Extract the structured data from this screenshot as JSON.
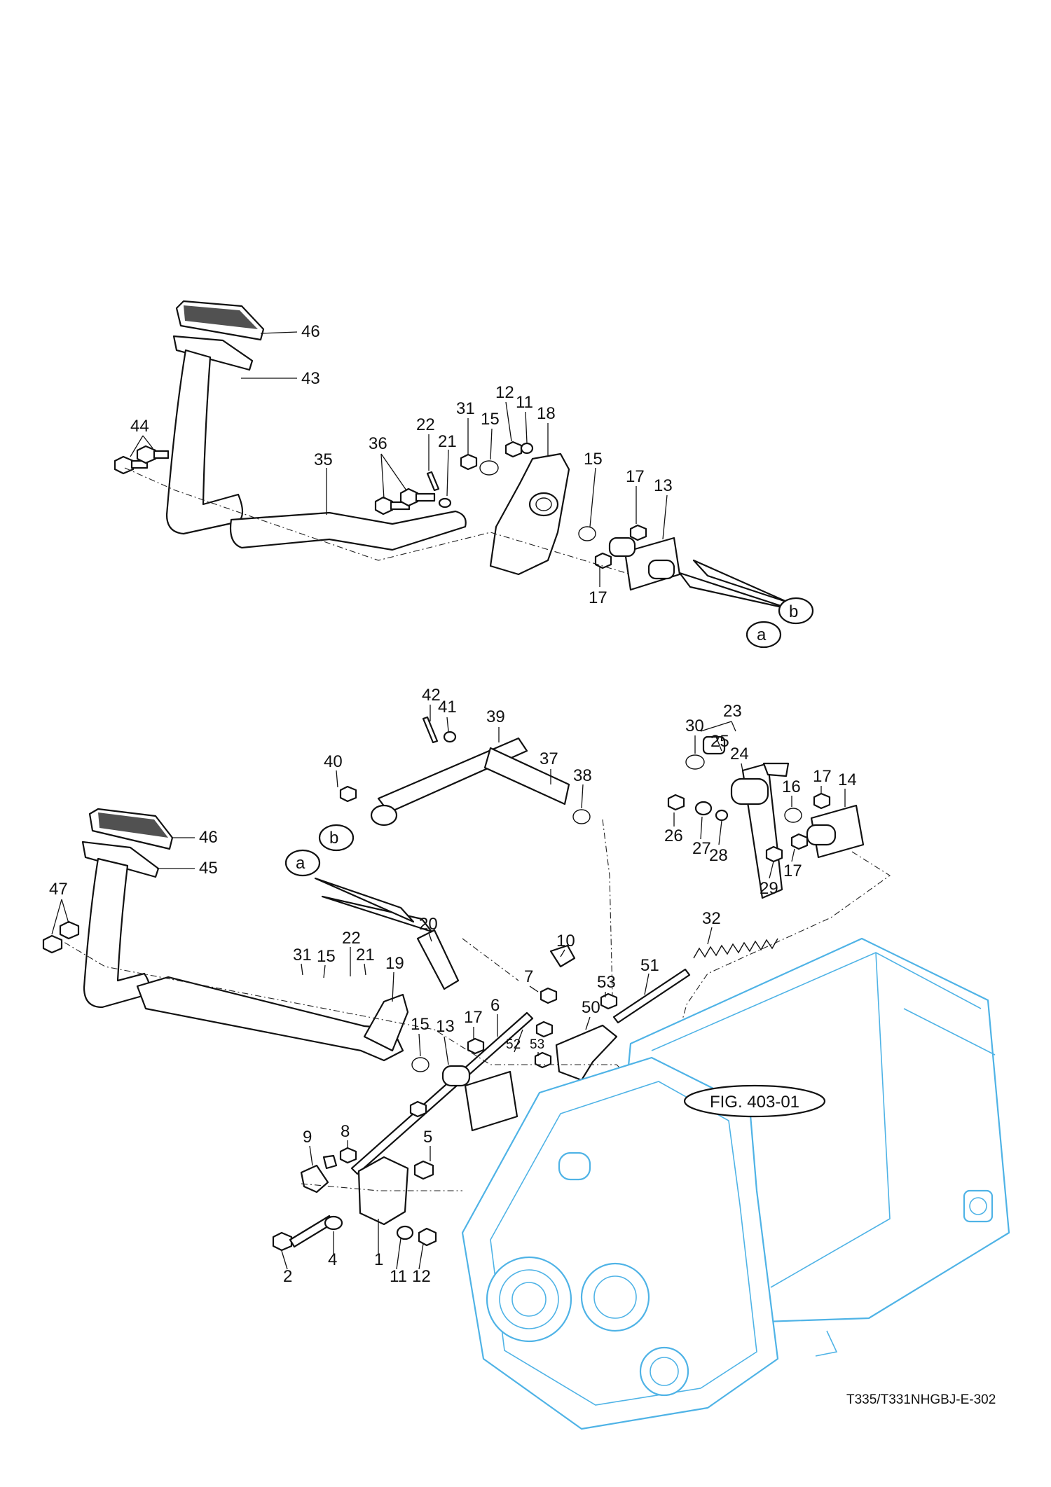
{
  "figure": {
    "callout": "FIG. 403-01",
    "code": "T335/T331NHGBJ-E-302",
    "refs": {
      "a": "a",
      "b": "b"
    }
  },
  "colors": {
    "line": "#111111",
    "transmission": "#4fb3e6",
    "background": "#ffffff"
  },
  "upper_labels": [
    "46",
    "43",
    "44",
    "35",
    "36",
    "22",
    "21",
    "31",
    "15",
    "12",
    "11",
    "18",
    "15",
    "17",
    "13",
    "17"
  ],
  "lower_labels": [
    "42",
    "41",
    "39",
    "40",
    "37",
    "38",
    "30",
    "23",
    "25",
    "24",
    "17",
    "14",
    "16",
    "26",
    "27",
    "28",
    "29",
    "17",
    "46",
    "45",
    "47",
    "20",
    "10",
    "32",
    "31",
    "15",
    "22",
    "21",
    "19",
    "7",
    "53",
    "51",
    "6",
    "50",
    "15",
    "13",
    "17",
    "52",
    "53",
    "8",
    "9",
    "5",
    "2",
    "4",
    "1",
    "11",
    "12"
  ]
}
